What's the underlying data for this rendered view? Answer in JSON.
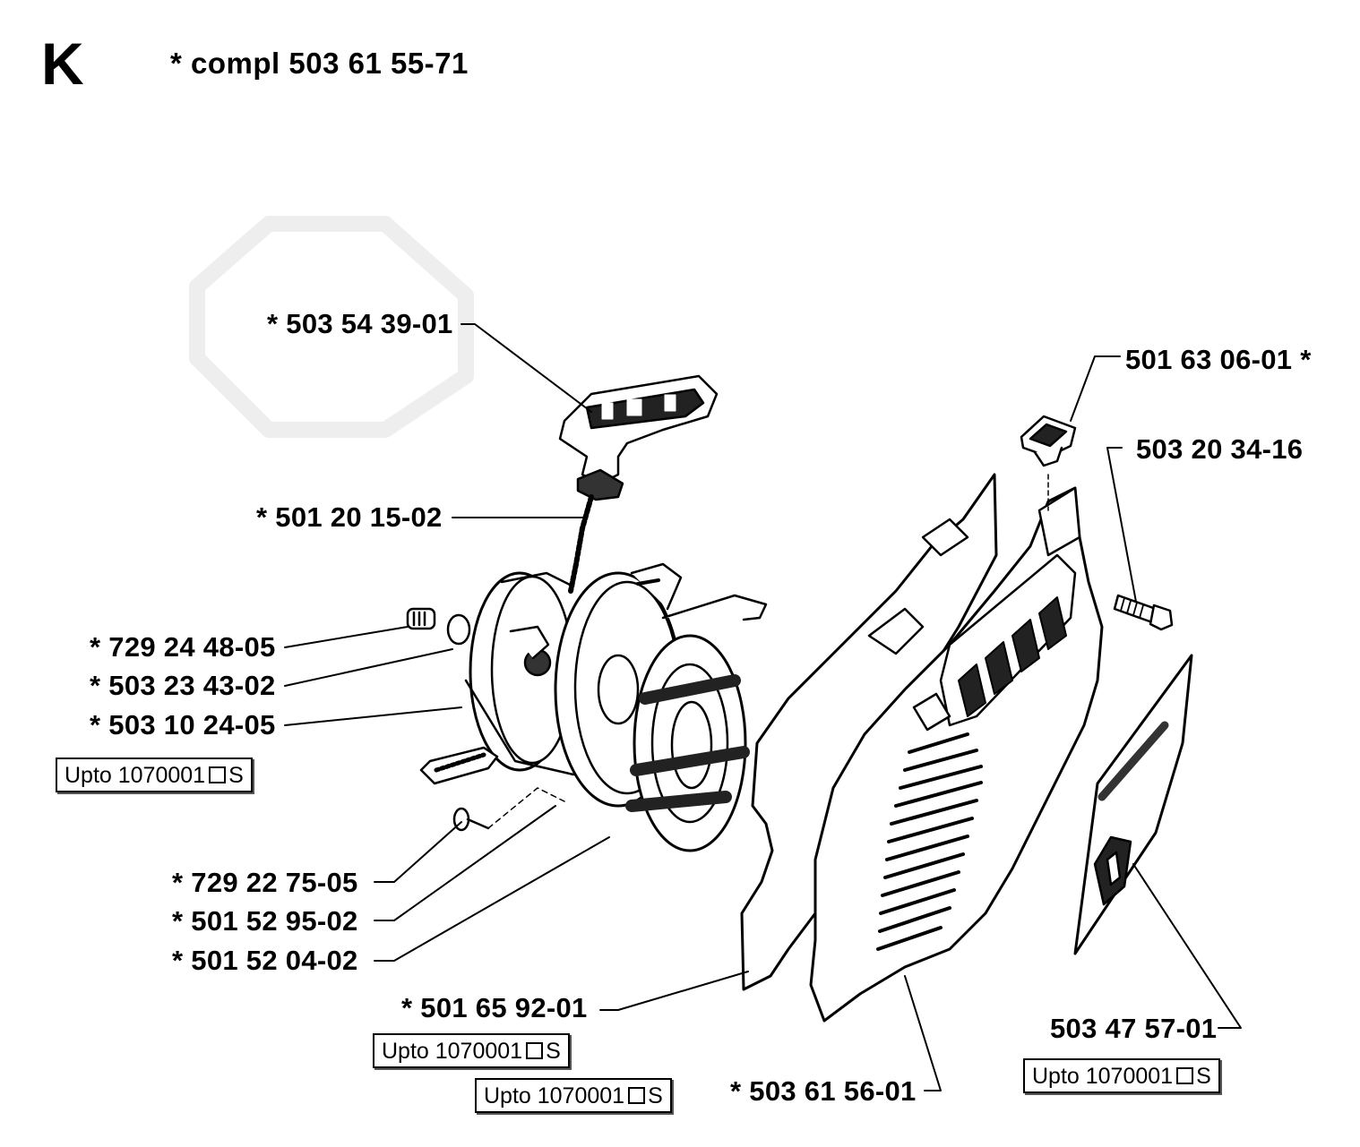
{
  "header": {
    "section_letter": "K",
    "compl_label": "*  compl 503 61 55-71"
  },
  "parts": [
    {
      "label": "*  503 54 39-01"
    },
    {
      "label": "501 63 06-01  *"
    },
    {
      "label": "503 20 34-16"
    },
    {
      "label": "*  501 20 15-02"
    },
    {
      "label": "*  729 24 48-05"
    },
    {
      "label": "*  503 23 43-02"
    },
    {
      "label": "*  503 10 24-05"
    },
    {
      "label": "*  729 22 75-05"
    },
    {
      "label": "*  501 52 95-02"
    },
    {
      "label": "*  501 52 04-02"
    },
    {
      "label": "*  501 65 92-01"
    },
    {
      "label": "*  503 61 56-01"
    },
    {
      "label": "503 47 57-01"
    }
  ],
  "serial_notes": [
    {
      "text_before": "Upto 1070001",
      "text_after": "S"
    },
    {
      "text_before": "Upto 1070001",
      "text_after": "S"
    },
    {
      "text_before": "Upto 1070001",
      "text_after": "S"
    },
    {
      "text_before": "Upto 1070001",
      "text_after": "S"
    }
  ]
}
